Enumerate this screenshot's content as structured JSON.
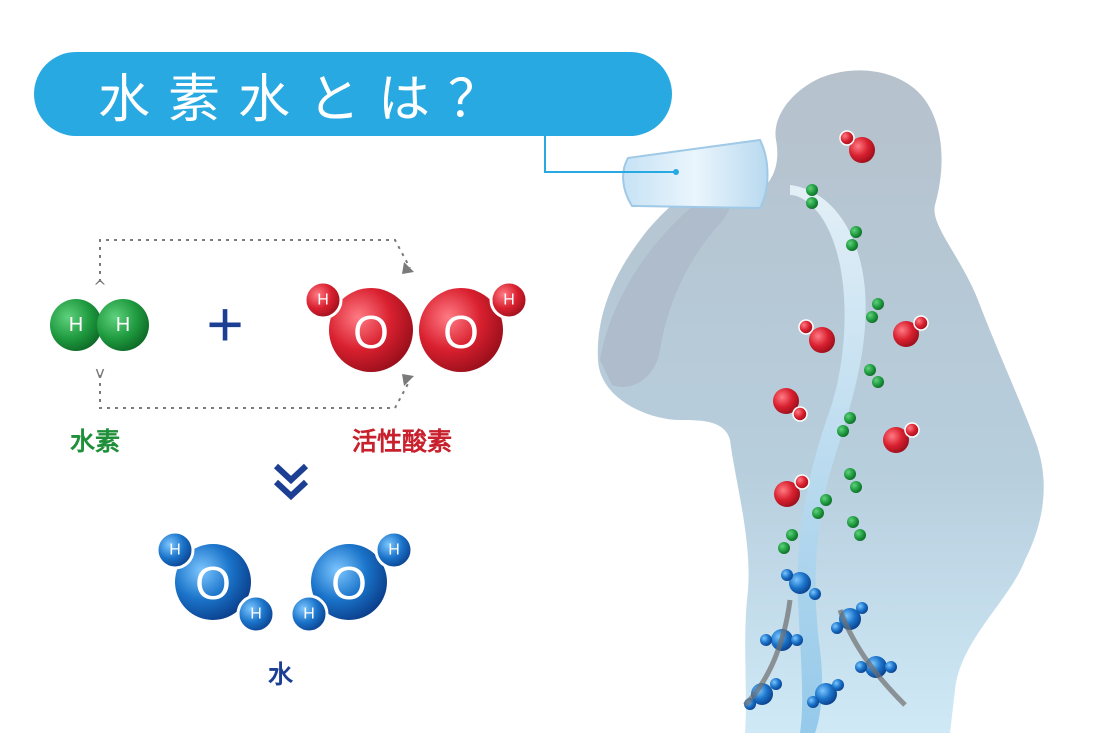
{
  "title": "水素水とは？",
  "labels": {
    "hydrogen": "水素",
    "active_oxygen": "活性酸素",
    "water": "水"
  },
  "symbols": {
    "h": "H",
    "o": "O",
    "plus": "+",
    "arrow_up": "^",
    "arrow_down": "v",
    "double_chevron": "»"
  },
  "colors": {
    "title_bg": "#29a9e1",
    "hydrogen_green": "#1f8f3a",
    "oxygen_red": "#d21f2d",
    "water_blue": "#1a73c9",
    "silhouette": "#b7c5d3"
  }
}
